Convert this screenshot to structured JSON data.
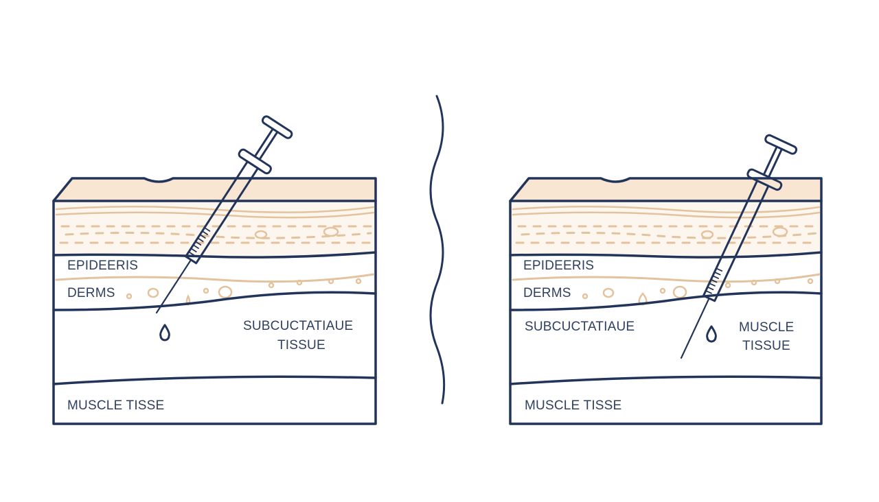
{
  "left_panel": {
    "labels": {
      "epidermis": "EPIDEERIS",
      "dermis": "DERMS",
      "subcutaneous_line1": "SUBCUCTATIAUE",
      "subcutaneous_line2": "TISSUE",
      "muscle": "MUSCLE TISSE"
    }
  },
  "right_panel": {
    "labels": {
      "epidermis": "EPIDEERIS",
      "dermis": "DERMS",
      "subcutaneous": "SUBCUCTATIAUE",
      "muscle_callout_line1": "MUSCLE",
      "muscle_callout_line2": "TISSUE",
      "muscle": "MUSCLE TISSE"
    }
  },
  "colors": {
    "outline": "#22345a",
    "skin_surface": "#f8e6d3",
    "dermis_texture": "#e3c39e",
    "label_text": "#2f3f5f",
    "background": "#ffffff"
  },
  "icons": [
    "syringe-icon",
    "droplet-icon",
    "wavy-divider"
  ]
}
